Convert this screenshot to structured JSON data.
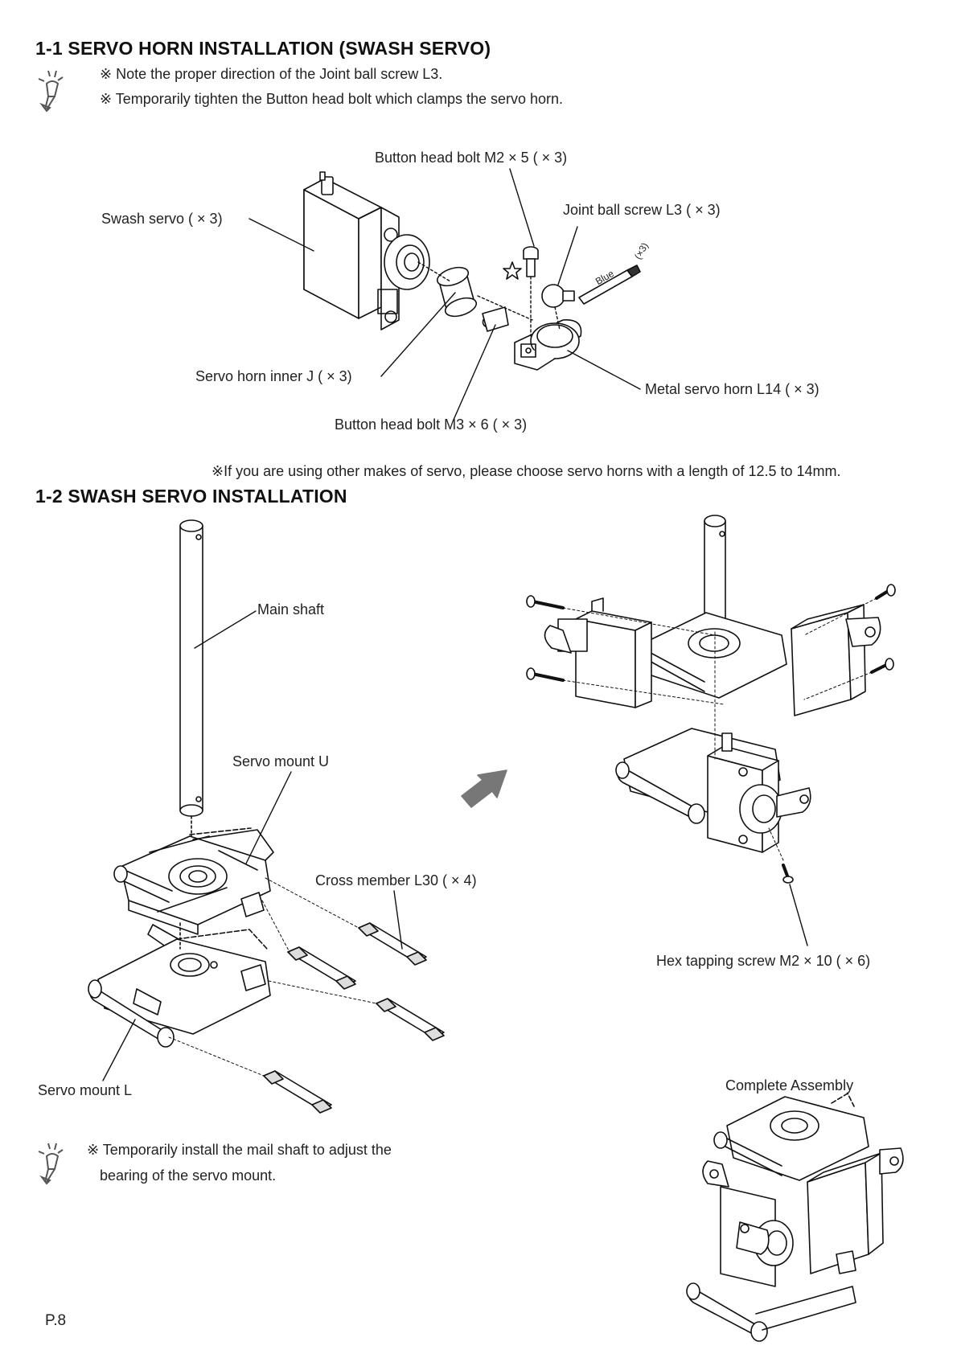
{
  "section1": {
    "title": "1-1 SERVO HORN INSTALLATION (SWASH SERVO)",
    "notes": [
      "※ Note the proper direction of the Joint ball screw L3.",
      "※ Temporarily tighten the Button head bolt which clamps the servo horn."
    ],
    "labels": {
      "button_bolt_m2": "Button head bolt M2 × 5 ( × 3)",
      "joint_ball": "Joint ball screw L3 ( × 3)",
      "swash_servo": "Swash servo ( × 3)",
      "servo_horn_inner": "Servo horn inner J ( × 3)",
      "metal_horn": "Metal servo horn L14 ( × 3)",
      "button_bolt_m3": "Button head bolt M3 × 6 ( × 3)",
      "blue": "Blue",
      "x3": "(×3)"
    },
    "footnote": "※If you are using other makes of servo, please choose servo horns with a length of 12.5 to 14mm."
  },
  "section2": {
    "title": "1-2 SWASH SERVO INSTALLATION",
    "labels": {
      "main_shaft": "Main shaft",
      "servo_mount_u": "Servo mount U",
      "cross_member": "Cross member L30 ( × 4)",
      "servo_mount_l": "Servo mount L",
      "hex_screw": "Hex tapping screw M2 × 10 ( × 6)",
      "complete": "Complete Assembly"
    },
    "note_lines": [
      "※ Temporarily install the mail shaft to adjust the",
      "bearing of the servo mount."
    ]
  },
  "page_number": "P.8"
}
